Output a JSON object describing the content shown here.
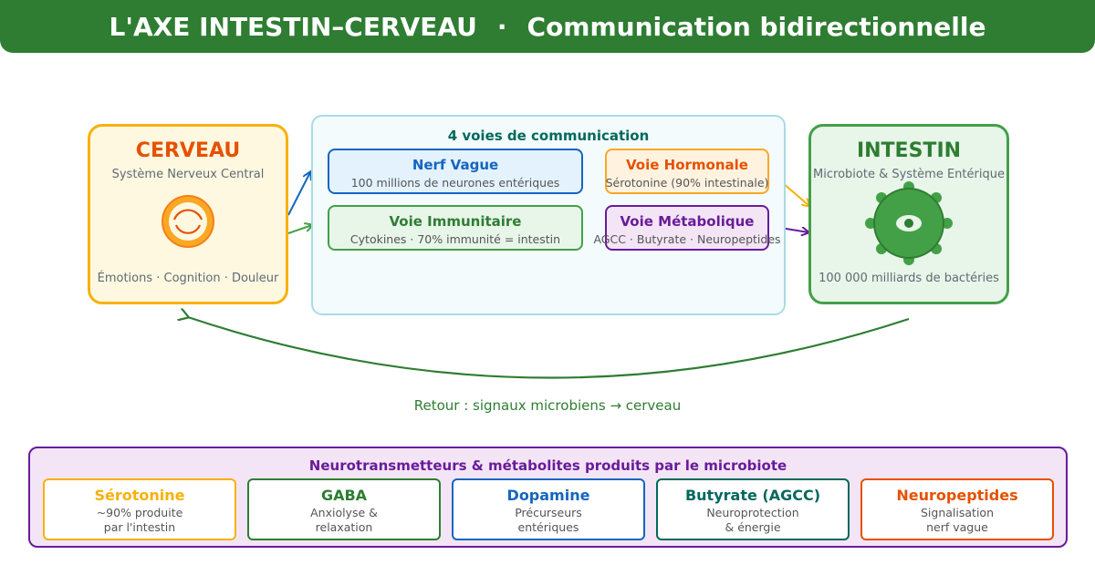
{
  "header": {
    "title_left": "L'AXE INTESTIN–CERVEAU",
    "separator": "·",
    "title_right": "Communication bidirectionnelle"
  },
  "brain": {
    "title": "CERVEAU",
    "subtitle": "Système Nerveux Central",
    "footer": "Émotions · Cognition · Douleur",
    "color": "#e65100"
  },
  "gut": {
    "title": "INTESTIN",
    "subtitle": "Microbiote & Système Entérique",
    "footer": "100 000 milliards de bactéries",
    "color": "#2e7d32"
  },
  "routes": {
    "title": "4 voies de communication",
    "vagus": {
      "title": "Nerf Vague",
      "desc": "100 millions de neurones entériques"
    },
    "hormone": {
      "title": "Voie Hormonale",
      "desc": "Sérotonine (90% intestinale)"
    },
    "immune": {
      "title": "Voie Immunitaire",
      "desc": "Cytokines · 70% immunité = intestin"
    },
    "metabolic": {
      "title": "Voie Métabolique",
      "desc": "AGCC · Butyrate · Neuropeptides"
    }
  },
  "return_label": "Retour : signaux microbiens → cerveau",
  "neuro": {
    "title": "Neurotransmetteurs & métabolites produits par le microbiote",
    "items": [
      {
        "name": "Sérotonine",
        "line1": "~90% produite",
        "line2": "par l'intestin",
        "color": "#f9b00c"
      },
      {
        "name": "GABA",
        "line1": "Anxiolyse &",
        "line2": "relaxation",
        "color": "#2e7d32"
      },
      {
        "name": "Dopamine",
        "line1": "Précurseurs",
        "line2": "entériques",
        "color": "#1565c0"
      },
      {
        "name": "Butyrate (AGCC)",
        "line1": "Neuroprotection",
        "line2": "& énergie",
        "color": "#00695c"
      },
      {
        "name": "Neuropeptides",
        "line1": "Signalisation",
        "line2": "nerf vague",
        "color": "#e65100"
      }
    ]
  },
  "colors": {
    "vagus": "#1565c0",
    "immune": "#2e7d32",
    "hormone": "#e65100",
    "metabolic": "#6a1b9a"
  }
}
